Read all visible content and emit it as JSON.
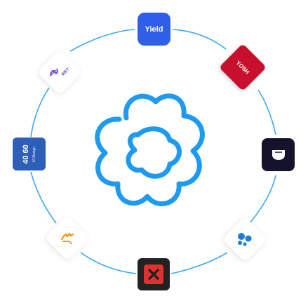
{
  "center_logo": {
    "icon": "interlocking-loops-icon",
    "color": "#1e9bf0"
  },
  "ring": {
    "color": "#3aa8f2"
  },
  "apps": [
    {
      "key": "yield",
      "label": "Yield",
      "icon": "yield-icon",
      "bg": "#2f5fe6",
      "fg": "#ffffff"
    },
    {
      "key": "red-diamond",
      "label": "YOSH",
      "icon": "diamond-brand-icon",
      "bg": "#c8102e",
      "fg": "#ffffff"
    },
    {
      "key": "dark-square",
      "label": "",
      "icon": "shield-mark-icon",
      "bg": "#15132b",
      "fg": "#ffffff"
    },
    {
      "key": "dots",
      "label": "",
      "icon": "dots-cluster-icon",
      "bg": "#ffffff",
      "fg": "#1c7ed6"
    },
    {
      "key": "red-x",
      "label": "",
      "icon": "x-cross-icon",
      "bg": "#222222",
      "fg": "#e03131"
    },
    {
      "key": "hand",
      "label": "",
      "icon": "orange-hand-icon",
      "bg": "#ffffff",
      "fg": "#f08c00"
    },
    {
      "key": "40-60",
      "label": "40 60",
      "sublabel": "UI Design",
      "icon": "40-60-badge-icon",
      "bg": "#2d5fb9",
      "fg": "#ffffff"
    },
    {
      "key": "wet",
      "label": "WET",
      "icon": "purple-script-icon",
      "bg": "#ffffff",
      "fg": "#6741d9"
    }
  ]
}
